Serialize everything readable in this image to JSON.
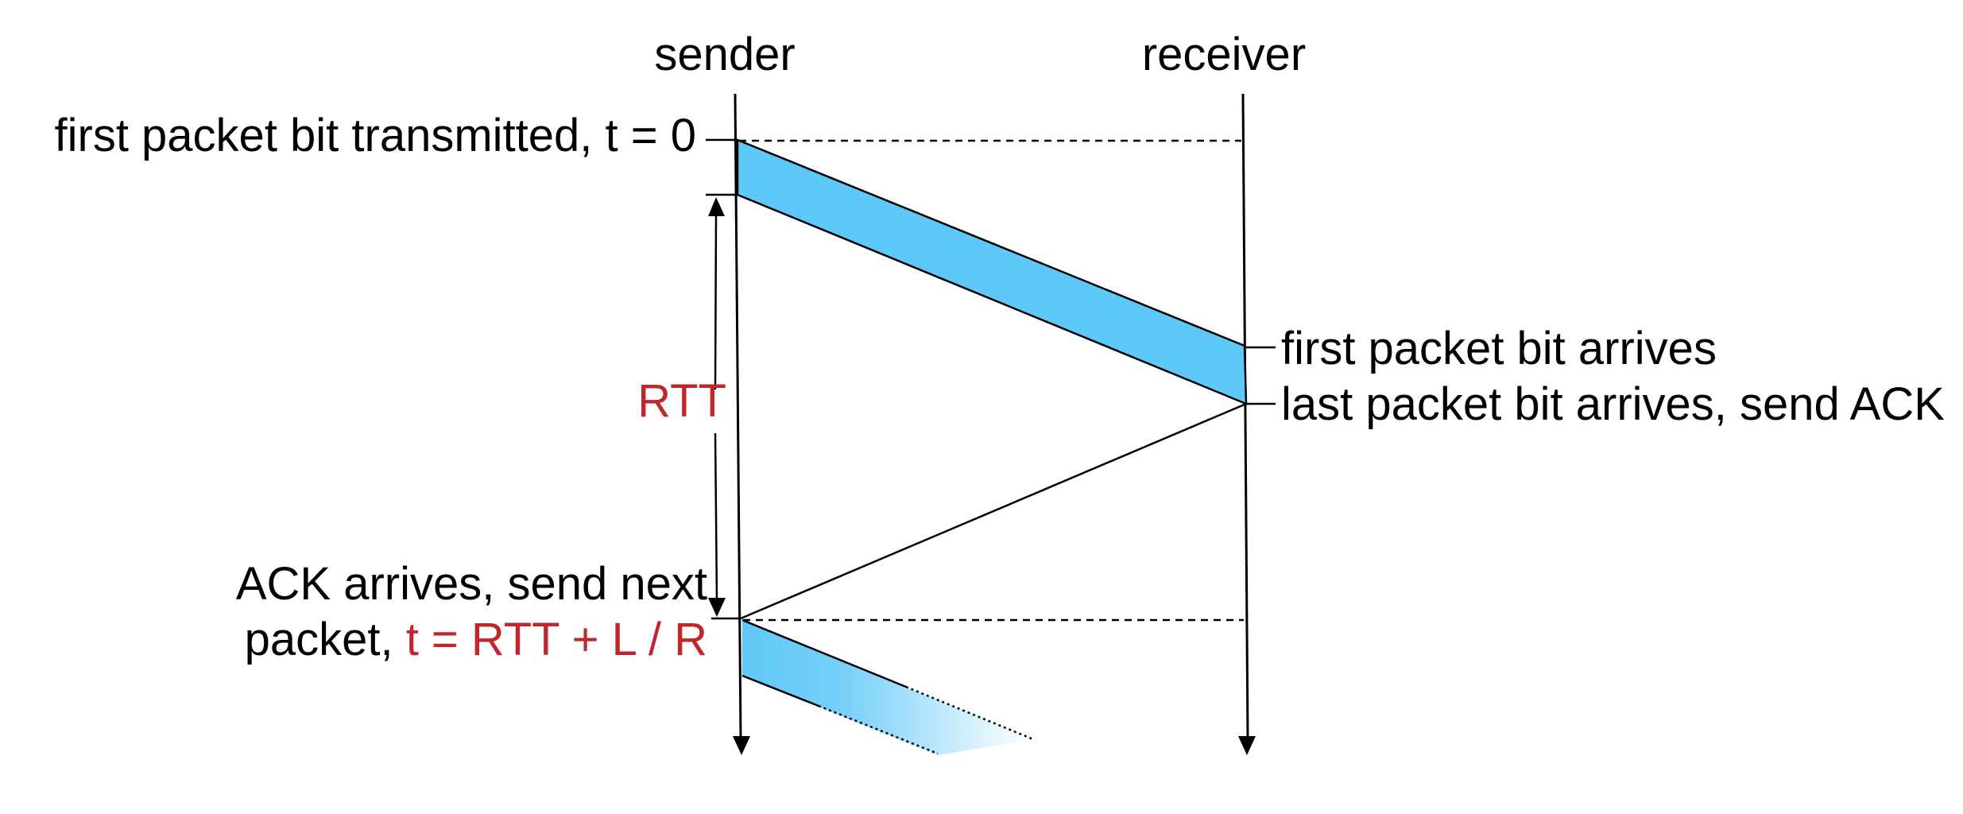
{
  "headers": {
    "sender": "sender",
    "receiver": "receiver"
  },
  "left_labels": {
    "first_bit_transmitted": "first packet bit transmitted, t = 0",
    "rtt": "RTT",
    "ack_arrives_line1": "ACK arrives, send next",
    "ack_arrives_line2_prefix": "packet, ",
    "ack_arrives_line2_formula": "t = RTT + L / R"
  },
  "right_labels": {
    "first_bit_arrives": "first packet bit arrives",
    "last_bit_arrives": "last packet bit arrives, send ACK"
  },
  "colors": {
    "packet_fill": "#5ec8f8",
    "highlight_red": "#c0272d",
    "text": "#000000",
    "line": "#000000"
  }
}
